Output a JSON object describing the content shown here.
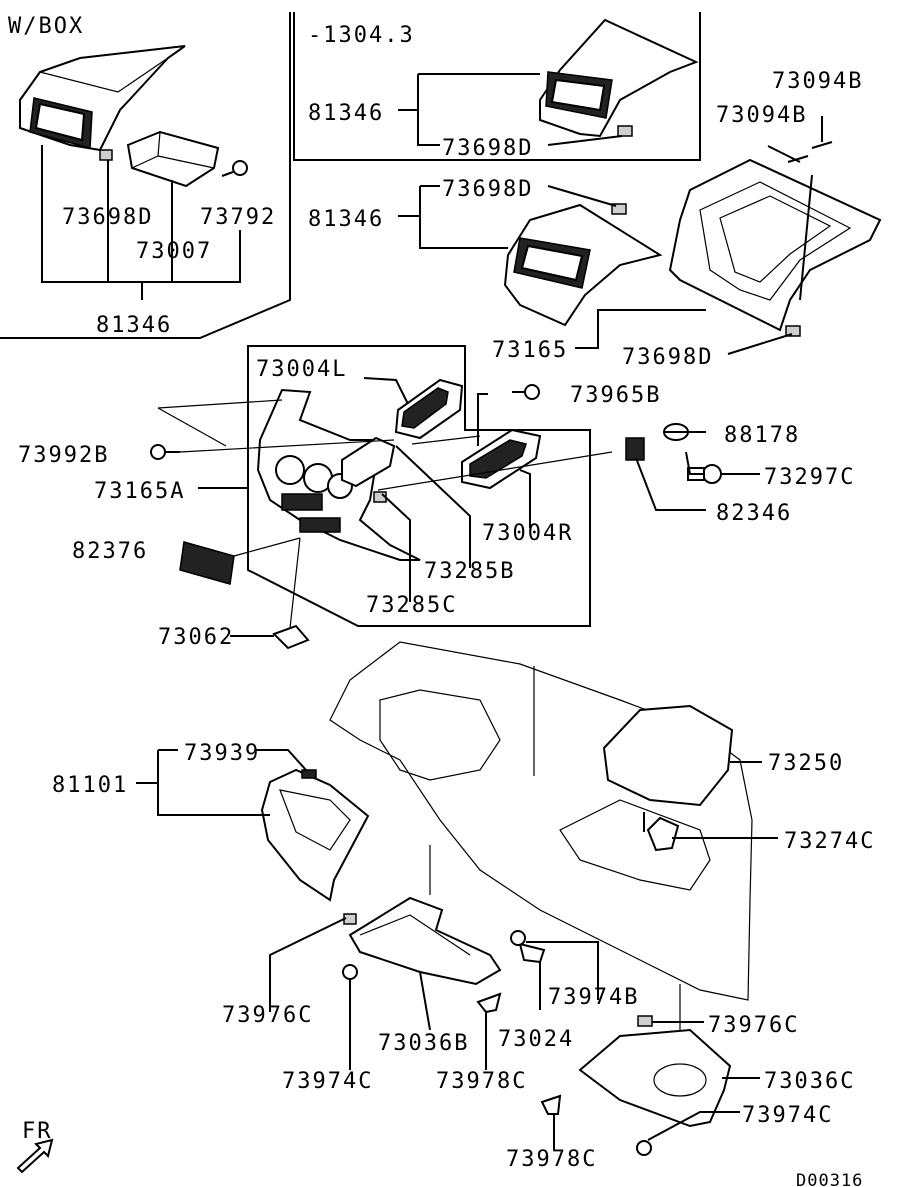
{
  "diagram_code": "D00316",
  "variant_label": "W/BOX",
  "range_label": "-1304.3",
  "fr_label": "FR",
  "parts": [
    {
      "id": "81346-box",
      "number": "81346"
    },
    {
      "id": "73698D-box",
      "number": "73698D"
    },
    {
      "id": "73007",
      "number": "73007"
    },
    {
      "id": "73792",
      "number": "73792"
    },
    {
      "id": "81346-a",
      "number": "81346"
    },
    {
      "id": "73698D-a",
      "number": "73698D"
    },
    {
      "id": "81346-b",
      "number": "81346"
    },
    {
      "id": "73698D-b",
      "number": "73698D"
    },
    {
      "id": "73094B-a",
      "number": "73094B"
    },
    {
      "id": "73094B-b",
      "number": "73094B"
    },
    {
      "id": "73165",
      "number": "73165"
    },
    {
      "id": "73698D-c",
      "number": "73698D"
    },
    {
      "id": "73004L",
      "number": "73004L"
    },
    {
      "id": "73965B",
      "number": "73965B"
    },
    {
      "id": "73992B",
      "number": "73992B"
    },
    {
      "id": "88178",
      "number": "88178"
    },
    {
      "id": "73165A",
      "number": "73165A"
    },
    {
      "id": "73297C",
      "number": "73297C"
    },
    {
      "id": "73004R",
      "number": "73004R"
    },
    {
      "id": "82346",
      "number": "82346"
    },
    {
      "id": "82376",
      "number": "82376"
    },
    {
      "id": "73285B",
      "number": "73285B"
    },
    {
      "id": "73285C",
      "number": "73285C"
    },
    {
      "id": "73062",
      "number": "73062"
    },
    {
      "id": "73939",
      "number": "73939"
    },
    {
      "id": "81101",
      "number": "81101"
    },
    {
      "id": "73250",
      "number": "73250"
    },
    {
      "id": "73274C",
      "number": "73274C"
    },
    {
      "id": "73976C-a",
      "number": "73976C"
    },
    {
      "id": "73974B",
      "number": "73974B"
    },
    {
      "id": "73024",
      "number": "73024"
    },
    {
      "id": "73036B",
      "number": "73036B"
    },
    {
      "id": "73974C-a",
      "number": "73974C"
    },
    {
      "id": "73978C-a",
      "number": "73978C"
    },
    {
      "id": "73976C-b",
      "number": "73976C"
    },
    {
      "id": "73036C",
      "number": "73036C"
    },
    {
      "id": "73974C-b",
      "number": "73974C"
    },
    {
      "id": "73978C-b",
      "number": "73978C"
    }
  ]
}
